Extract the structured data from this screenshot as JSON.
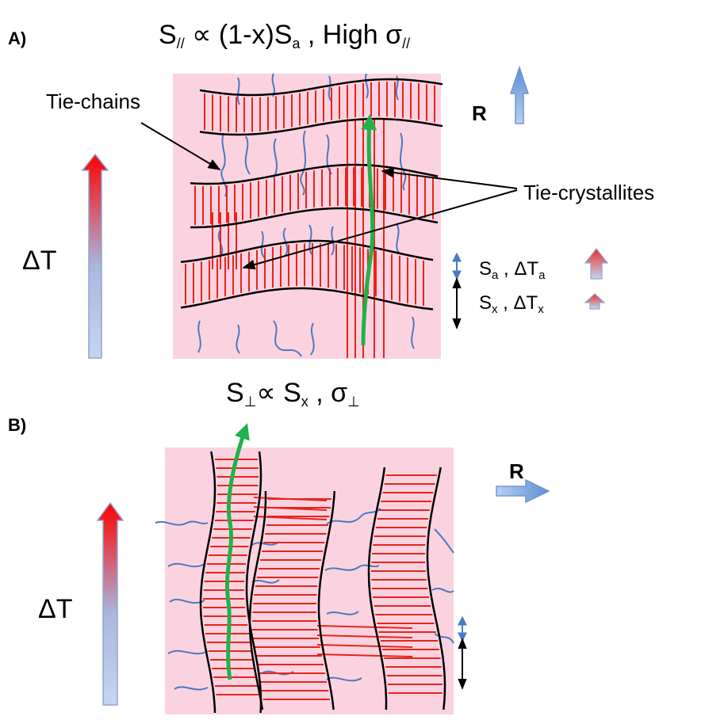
{
  "panel_a": {
    "label": "A)",
    "title": {
      "s": "S",
      "sub1": "//",
      "rest": " ∝ (1-x)S",
      "sub2": "a",
      "tail": " ,  High σ",
      "sub3": "//"
    },
    "tie_chains_label": "Tie-chains",
    "tie_crystallites_label": "Tie-crystallites",
    "r_label": "R",
    "dt_label": "ΔT",
    "legend_sa": {
      "s": "S",
      "sub": "a",
      "mid": " , ΔT",
      "sub2": "a"
    },
    "legend_sx": {
      "s": "S",
      "sub": "x",
      "mid": " , ΔT",
      "sub2": "x"
    }
  },
  "panel_b": {
    "label": "B)",
    "title": {
      "s": "S",
      "sub1": "⊥",
      "rest": "∝ S",
      "sub2": "x",
      "tail": " , σ",
      "sub3": "⊥"
    },
    "r_label": "R",
    "dt_label": "ΔT"
  },
  "colors": {
    "background_fill": "#fbd3e0",
    "crystal_lines": "#e8241c",
    "lamella_edges": "#000000",
    "tie_chains": "#4a7ac0",
    "heat_path": "#22b04a",
    "arrow_blue": "#7aa6dc",
    "arrow_red": "#ff0000"
  }
}
